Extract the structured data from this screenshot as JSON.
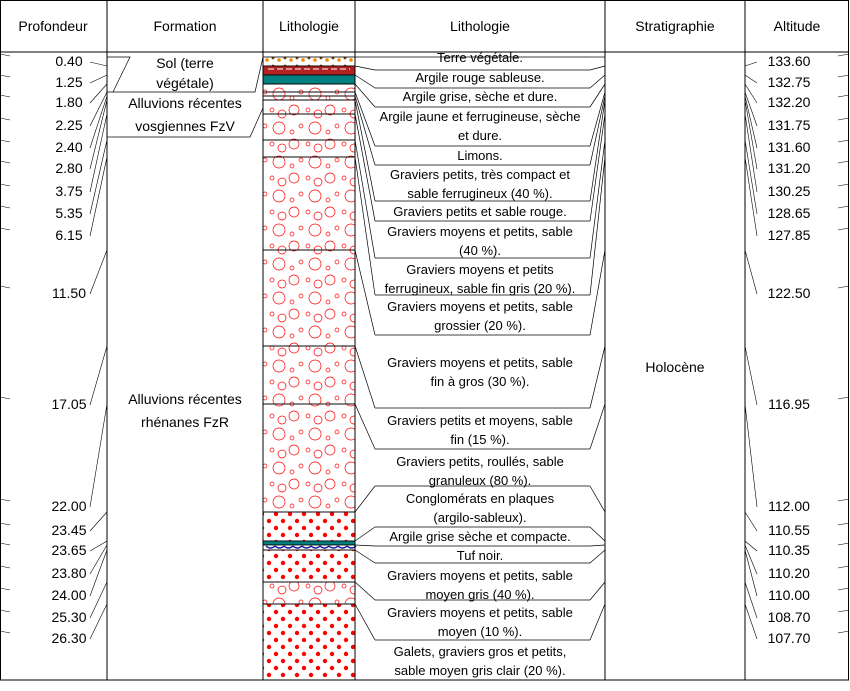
{
  "headers": {
    "depth": "Profondeur",
    "formation": "Formation",
    "lithology_column": "Lithologie",
    "lithology_description": "Lithologie",
    "stratigraphy": "Stratigraphie",
    "altitude": "Altitude"
  },
  "depths": [
    "0.40",
    "1.25",
    "1.80",
    "2.25",
    "2.40",
    "2.80",
    "3.75",
    "5.35",
    "6.15",
    "11.50",
    "17.05",
    "22.00",
    "23.45",
    "23.65",
    "23.80",
    "24.00",
    "25.30",
    "26.30"
  ],
  "altitudes": [
    "133.60",
    "132.75",
    "132.20",
    "131.75",
    "131.60",
    "131.20",
    "130.25",
    "128.65",
    "127.85",
    "122.50",
    "116.95",
    "112.00",
    "110.55",
    "110.35",
    "110.20",
    "110.00",
    "108.70",
    "107.70"
  ],
  "formations": [
    {
      "lines": [
        "Sol (terre",
        "végétale)"
      ]
    },
    {
      "lines": [
        "Alluvions récentes",
        "vosgiennes FzV"
      ]
    },
    {
      "lines": [
        "Alluvions récentes",
        "rhénanes FzR"
      ]
    }
  ],
  "layers": [
    {
      "pattern": "soil",
      "lines": [
        "Terre végétale."
      ]
    },
    {
      "pattern": "clay-red",
      "lines": [
        "Argile rouge sableuse."
      ]
    },
    {
      "pattern": "clay-grey",
      "lines": [
        "Argile grise, sèche et dure."
      ]
    },
    {
      "pattern": "gravel-open",
      "lines": [
        "Argile jaune et ferrugineuse, sèche",
        "et dure."
      ]
    },
    {
      "pattern": "gravel-open",
      "lines": [
        "Limons."
      ]
    },
    {
      "pattern": "gravel-open",
      "lines": [
        "Graviers petits, très compact et",
        "sable ferrugineux (40 %)."
      ]
    },
    {
      "pattern": "gravel-open",
      "lines": [
        "Graviers petits et sable rouge."
      ]
    },
    {
      "pattern": "gravel-open",
      "lines": [
        "Graviers moyens et petits, sable",
        "(40 %)."
      ]
    },
    {
      "pattern": "gravel-open",
      "lines": [
        "Graviers moyens et petits",
        "ferrugineux, sable fin gris (20 %)."
      ]
    },
    {
      "pattern": "gravel-open",
      "lines": [
        "Graviers moyens et petits, sable",
        "grossier (20 %)."
      ]
    },
    {
      "pattern": "gravel-open",
      "lines": [
        "Graviers moyens et petits, sable",
        "fin à gros (30 %)."
      ]
    },
    {
      "pattern": "gravel-open",
      "lines": [
        "Graviers petits et moyens, sable",
        "fin (15 %)."
      ]
    },
    {
      "pattern": "gravel-open",
      "lines": [
        "Graviers petits, roullés, sable",
        "granuleux (80 %)."
      ]
    },
    {
      "pattern": "conglomerate",
      "lines": [
        "Conglomérats en plaques",
        "(argilo-sableux)."
      ]
    },
    {
      "pattern": "clay-grey",
      "lines": [
        "Argile grise sèche et compacte."
      ]
    },
    {
      "pattern": "tuff",
      "lines": [
        "Tuf noir."
      ]
    },
    {
      "pattern": "conglomerate",
      "lines": [
        "Graviers moyens et petits, sable",
        "moyen gris (40 %)."
      ]
    },
    {
      "pattern": "gravel-open",
      "lines": [
        "Graviers moyens et petits, sable",
        "moyen (10 %)."
      ]
    },
    {
      "pattern": "conglomerate",
      "lines": [
        "Galets, graviers gros et petits,",
        "sable moyen gris clair (20 %)."
      ]
    }
  ],
  "stratigraphy": "Holocène",
  "colors": {
    "line": "#000000",
    "soil_fill": "#f08a00",
    "clay_red": "#b22222",
    "clay_grey": "#008080",
    "gravel": "#ff0000",
    "tuff": "#1a1aa0"
  }
}
